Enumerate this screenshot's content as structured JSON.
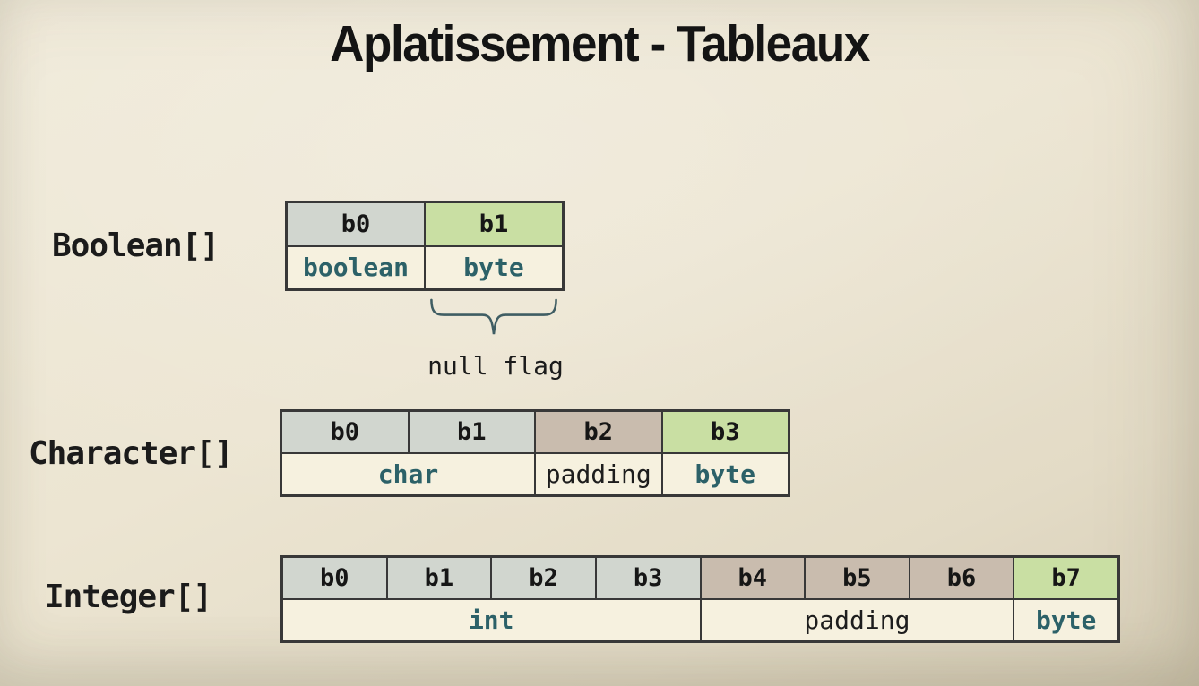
{
  "title": "Aplatissement - Tableaux",
  "colors": {
    "gray": "#d1d6cf",
    "tan": "#c9bcae",
    "green": "#c9dfa3",
    "cream": "#f6f1df",
    "teal": "#2c6168",
    "border": "#383838",
    "background": "#ece5d2",
    "brace": "#3f5d63"
  },
  "rows": [
    {
      "label": "Boolean[]",
      "bytes": [
        {
          "label": "b0",
          "color": "gray"
        },
        {
          "label": "b1",
          "color": "green"
        }
      ],
      "fields": [
        {
          "label": "boolean",
          "span": 1,
          "emphasis": true
        },
        {
          "label": "byte",
          "span": 1,
          "emphasis": true
        }
      ],
      "annotation": {
        "label": "null flag"
      }
    },
    {
      "label": "Character[]",
      "bytes": [
        {
          "label": "b0",
          "color": "gray"
        },
        {
          "label": "b1",
          "color": "gray"
        },
        {
          "label": "b2",
          "color": "tan"
        },
        {
          "label": "b3",
          "color": "green"
        }
      ],
      "fields": [
        {
          "label": "char",
          "span": 2,
          "emphasis": true
        },
        {
          "label": "padding",
          "span": 1,
          "emphasis": false
        },
        {
          "label": "byte",
          "span": 1,
          "emphasis": true
        }
      ]
    },
    {
      "label": "Integer[]",
      "bytes": [
        {
          "label": "b0",
          "color": "gray"
        },
        {
          "label": "b1",
          "color": "gray"
        },
        {
          "label": "b2",
          "color": "gray"
        },
        {
          "label": "b3",
          "color": "gray"
        },
        {
          "label": "b4",
          "color": "tan"
        },
        {
          "label": "b5",
          "color": "tan"
        },
        {
          "label": "b6",
          "color": "tan"
        },
        {
          "label": "b7",
          "color": "green"
        }
      ],
      "fields": [
        {
          "label": "int",
          "span": 4,
          "emphasis": true
        },
        {
          "label": "padding",
          "span": 3,
          "emphasis": false
        },
        {
          "label": "byte",
          "span": 1,
          "emphasis": true
        }
      ]
    }
  ]
}
